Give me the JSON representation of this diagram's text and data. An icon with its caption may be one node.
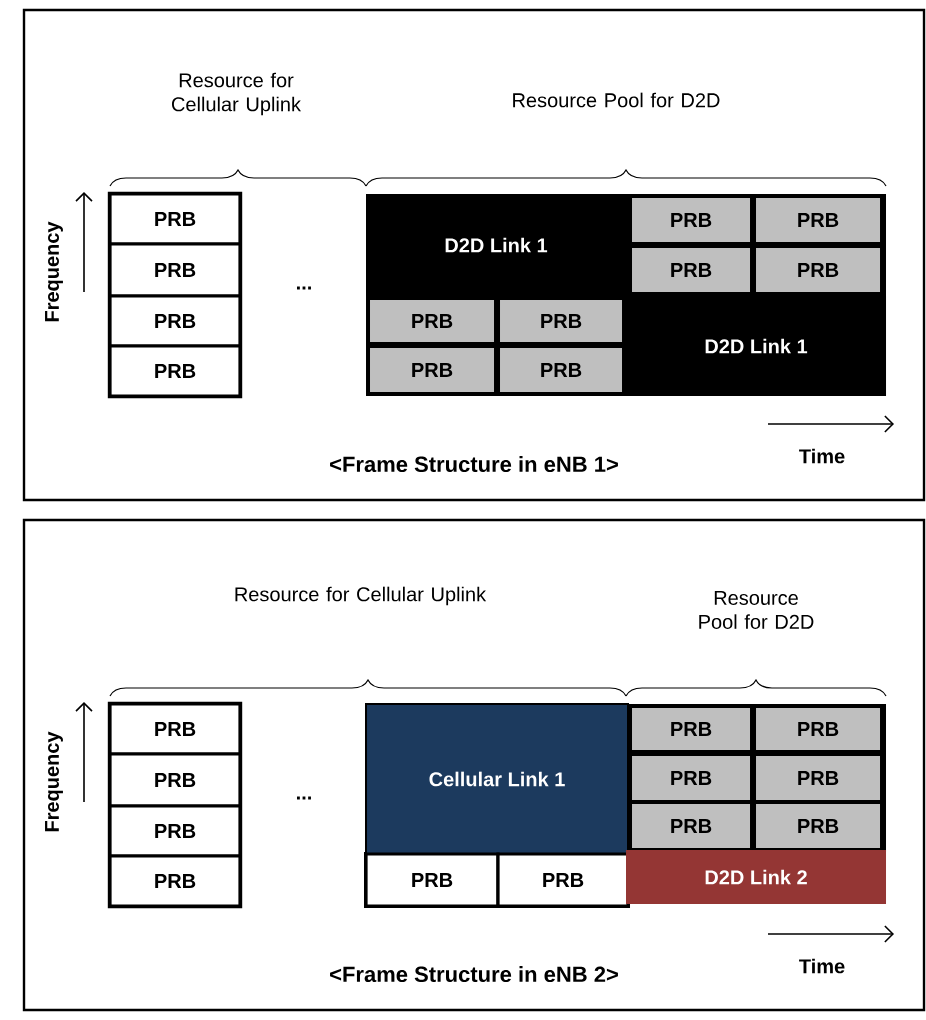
{
  "diagram": {
    "nodes": [
      {
        "text": [
          "<Frame Structure in eNB 1>"
        ]
      },
      {
        "text": [
          "PRB"
        ],
        "in": 0
      },
      {
        "text": [
          "PRB"
        ],
        "in": 0
      },
      {
        "text": [
          "PRB"
        ],
        "in": 0
      },
      {
        "text": [
          "PRB"
        ],
        "in": 0
      },
      {
        "text": [
          "D2D Link 1"
        ],
        "in": 0
      },
      {
        "text": [
          "PRB"
        ],
        "in": 0
      },
      {
        "text": [
          "PRB"
        ],
        "in": 0
      },
      {
        "text": [
          "PRB"
        ],
        "in": 0
      },
      {
        "text": [
          "PRB"
        ],
        "in": 0
      },
      {
        "text": [
          "PRB"
        ],
        "in": 0
      },
      {
        "text": [
          "PRB"
        ],
        "in": 0
      },
      {
        "text": [
          "PRB"
        ],
        "in": 0
      },
      {
        "text": [
          "PRB"
        ],
        "in": 0
      },
      {
        "text": [
          "D2D Link 1"
        ],
        "in": 0
      },
      {
        "text": [
          "<Frame Structure in eNB 2>"
        ]
      },
      {
        "text": [
          "PRB"
        ],
        "in": 15
      },
      {
        "text": [
          "PRB"
        ],
        "in": 15
      },
      {
        "text": [
          "PRB"
        ],
        "in": 15
      },
      {
        "text": [
          "PRB"
        ],
        "in": 15
      },
      {
        "text": [
          "Cellular Link 1"
        ],
        "in": 15
      },
      {
        "text": [
          "PRB"
        ],
        "in": 15
      },
      {
        "text": [
          "PRB"
        ],
        "in": 15
      },
      {
        "text": [
          "PRB"
        ],
        "in": 15
      },
      {
        "text": [
          "PRB"
        ],
        "in": 15
      },
      {
        "text": [
          "PRB"
        ],
        "in": 15
      },
      {
        "text": [
          "PRB"
        ],
        "in": 15
      },
      {
        "text": [
          "PRB"
        ],
        "in": 15
      },
      {
        "text": [
          "PRB"
        ],
        "in": 15
      },
      {
        "text": [
          "D2D Link 2"
        ],
        "in": 15
      }
    ],
    "labels": [
      "Resource for Cellular Uplink",
      "Resource Pool for D2D",
      "Frequency",
      "...",
      "Time",
      "Resource for Cellular Uplink",
      "Resource Pool for D2D",
      "Frequency",
      "...",
      "Time"
    ]
  }
}
